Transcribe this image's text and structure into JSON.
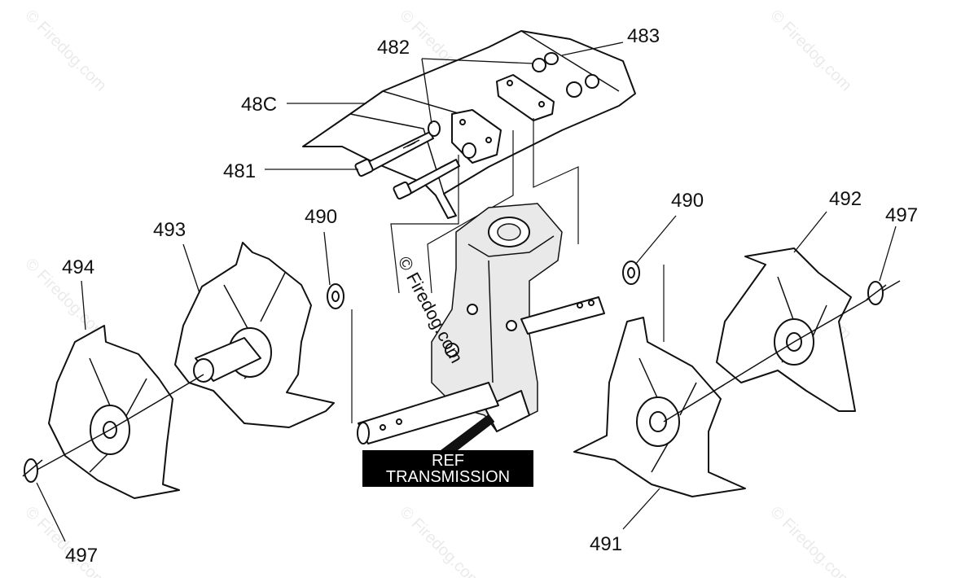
{
  "diagram": {
    "labels": {
      "l480": "48C",
      "l481": "481",
      "l482": "482",
      "l483": "483",
      "l490a": "490",
      "l490b": "490",
      "l491": "491",
      "l492": "492",
      "l493": "493",
      "l494": "494",
      "l497a": "497",
      "l497b": "497"
    },
    "ref_box": {
      "line1": "REF",
      "line2": "TRANSMISSION"
    },
    "watermark": "© Firedog.com"
  }
}
